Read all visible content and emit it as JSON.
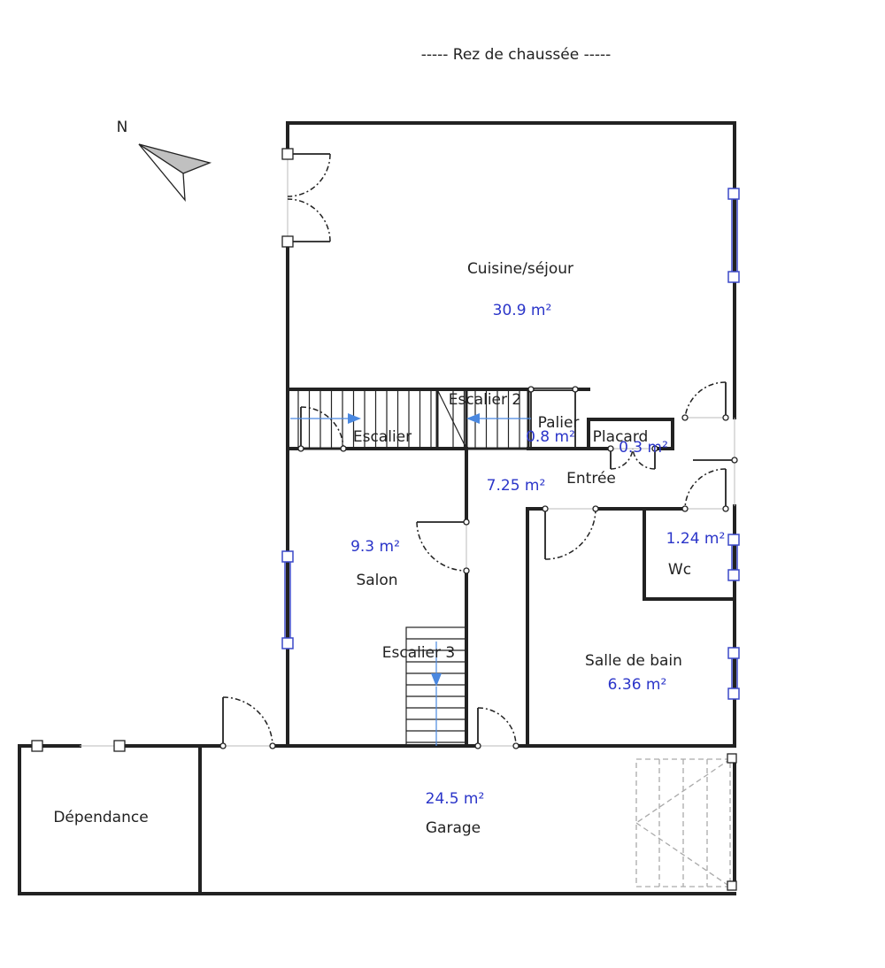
{
  "title": "-----  Rez de chaussée  -----",
  "compass": {
    "label": "N"
  },
  "rooms": {
    "cuisine": {
      "name": "Cuisine/séjour",
      "area": "30.9 m²"
    },
    "escalier": {
      "name": "Escalier"
    },
    "escalier2": {
      "name": "Escalier 2"
    },
    "palier": {
      "name": "Palier",
      "area": "0.8 m²"
    },
    "placard": {
      "name": "Placard",
      "area": "0.3 m²"
    },
    "entree": {
      "name": "Entrée",
      "area": "7.25 m²"
    },
    "salon": {
      "name": "Salon",
      "area": "9.3 m²"
    },
    "wc": {
      "name": "Wc",
      "area": "1.24 m²"
    },
    "escalier3": {
      "name": "Escalier 3"
    },
    "salle_de_bain": {
      "name": "Salle de bain",
      "area": "6.36 m²"
    },
    "garage": {
      "name": "Garage",
      "area": "24.5 m²"
    },
    "dependance": {
      "name": "Dépendance"
    }
  },
  "colors": {
    "wall": "#222222",
    "area_text": "#2b35c9",
    "window": "#3b48c8",
    "stair_arrow": "#4a88e0"
  }
}
